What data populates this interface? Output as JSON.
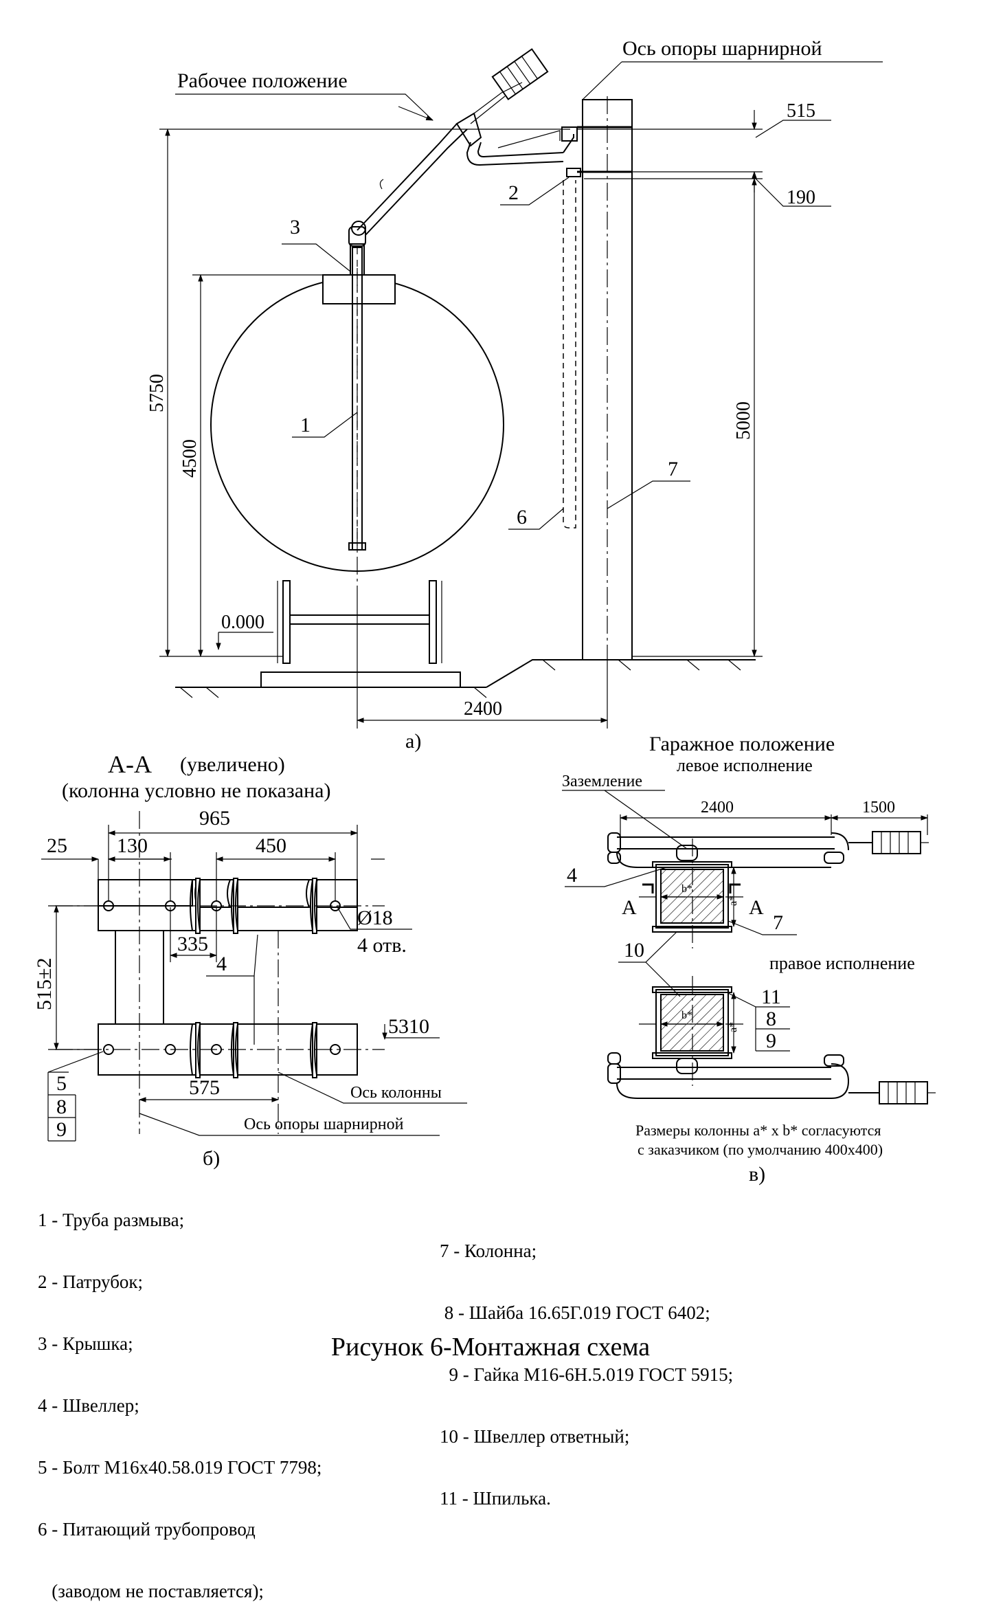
{
  "labels": {
    "rabochee": "Рабочее положение",
    "os_opory_top": "Ось опоры шарнирной",
    "d515": "515",
    "d190": "190",
    "d5750": "5750",
    "d4500": "4500",
    "d5000": "5000",
    "zero": "0.000",
    "d2400a": "2400",
    "cap_a": "а)",
    "n1": "1",
    "n2": "2",
    "n3": "3",
    "n6": "6",
    "n7": "7"
  },
  "section_b": {
    "title_main": "А-А",
    "title_suffix": "(увеличено)",
    "subtitle": "(колонна условно не показана)",
    "d965": "965",
    "d25": "25",
    "d130": "130",
    "d450": "450",
    "d335": "335",
    "d18": "Ø18",
    "holes": "4 отв.",
    "d515": "515±2",
    "d5310": "5310",
    "d575": "575",
    "n4": "4",
    "n5": "5",
    "n8": "8",
    "n9": "9",
    "os_kolonny": "Ось колонны",
    "os_opory": "Ось опоры шарнирной",
    "caption": "б)"
  },
  "section_v": {
    "title": "Гаражное положение",
    "left": "левое исполнение",
    "zazemlenie": "Заземление",
    "d2400": "2400",
    "d1500": "1500",
    "n4": "4",
    "A_left": "A",
    "A_right": "A",
    "n7": "7",
    "n10": "10",
    "b_star": "b*",
    "a_star": "a*",
    "right": "правое исполнение",
    "n11": "11",
    "n8": "8",
    "n9": "9",
    "note1": "Размеры колонны a* x  b* согласуются",
    "note2": "с заказчиком (по умолчанию 400х400)",
    "caption": "в)"
  },
  "legend_left": [
    "1 - Труба размыва;",
    "2 - Патрубок;",
    "3 - Крышка;",
    "4 - Швеллер;",
    "5 - Болт М16х40.58.019 ГОСТ 7798;",
    "6 - Питающий трубопровод",
    "   (заводом не поставляется);"
  ],
  "legend_right": [
    "7 - Колонна;",
    " 8 - Шайба 16.65Г.019 ГОСТ 6402;",
    "  9 - Гайка М16-6Н.5.019 ГОСТ 5915;",
    "10 - Швеллер ответный;",
    "11 - Шпилька."
  ],
  "figure_caption": "Рисунок 6-Монтажная схема"
}
